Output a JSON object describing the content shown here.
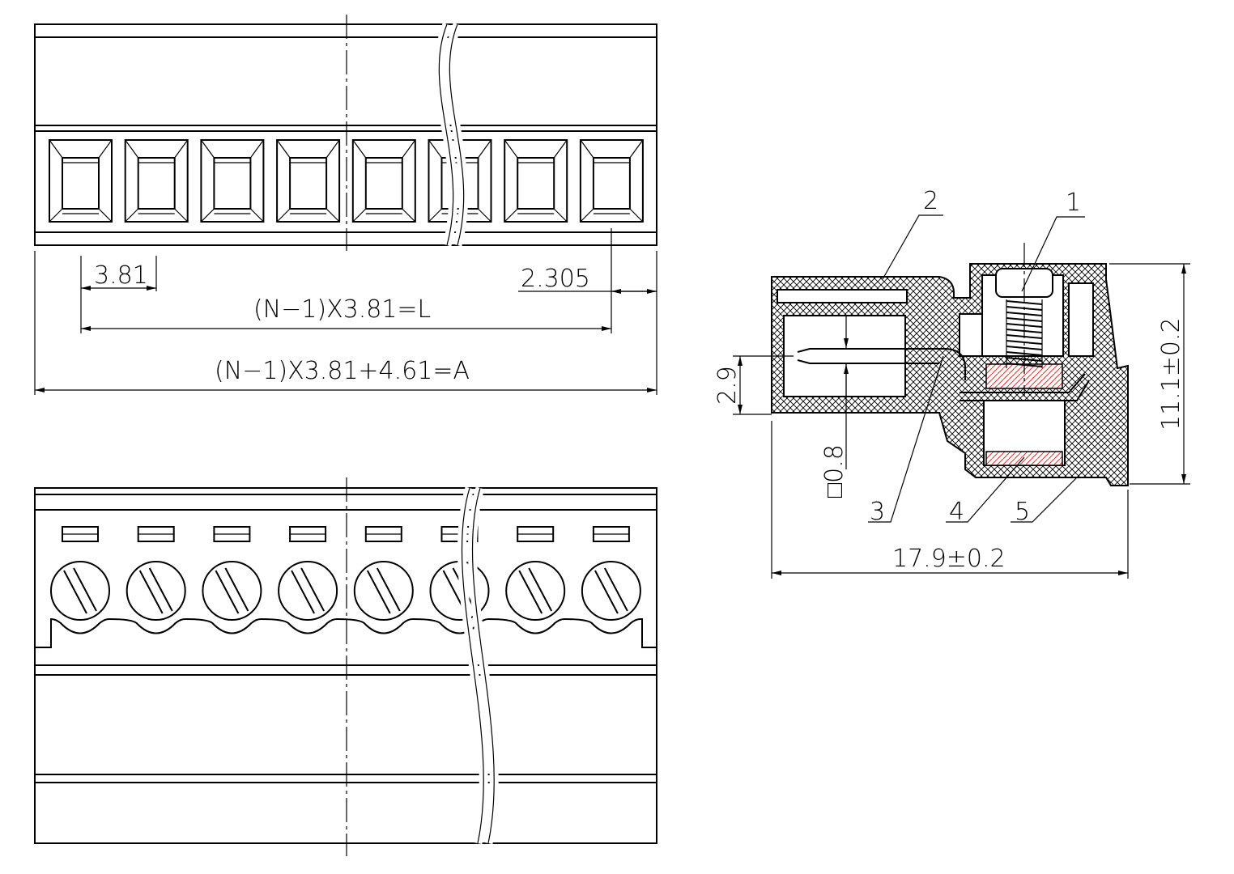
{
  "dimensions": {
    "pitch": "3.81",
    "end_offset": "2.305",
    "length_l": "(N−1)X3.81=L",
    "length_a": "(N−1)X3.81+4.61=A",
    "pin_offset": "2.9",
    "pin_size": "□0.8",
    "height": "11.1±0.2",
    "depth": "17.9±0.2"
  },
  "callouts": [
    "1",
    "2",
    "3",
    "4",
    "5"
  ],
  "positions": 8,
  "colors": {
    "line": "#000000",
    "section_hatch": "#e03030"
  }
}
